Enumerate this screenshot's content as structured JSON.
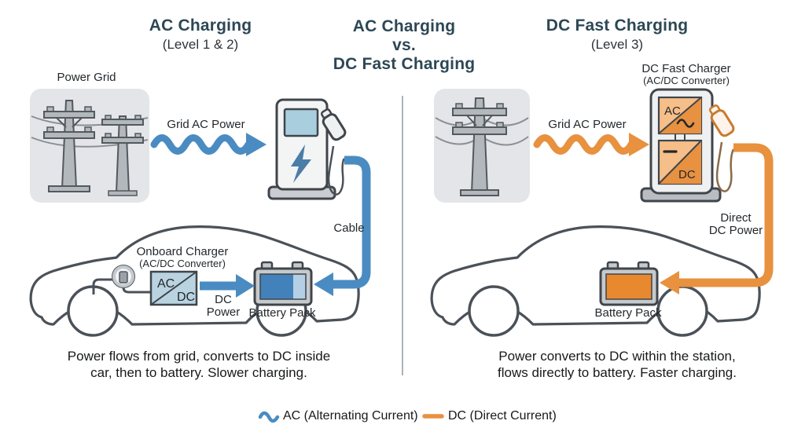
{
  "left_panel": {
    "title": "AC Charging",
    "subtitle": "(Level 1 & 2)",
    "power_grid_label": "Power Grid",
    "grid_power_label": "Grid AC Power",
    "cable_label": "Cable",
    "onboard_charger_line1": "Onboard Charger",
    "onboard_charger_line2": "(AC/DC Converter)",
    "converter_ac": "AC",
    "converter_dc": "DC",
    "dc_power_line1": "DC",
    "dc_power_line2": "Power",
    "battery_label": "Battery Pack",
    "caption_line1": "Power flows from grid, converts to DC inside",
    "caption_line2": "car, then to battery. Slower charging."
  },
  "center_title": {
    "line1": "AC Charging",
    "line2": "vs.",
    "line3": "DC Fast Charging"
  },
  "right_panel": {
    "title": "DC Fast Charging",
    "subtitle": "(Level 3)",
    "charger_line1": "DC Fast Charger",
    "charger_line2": "(AC/DC Converter)",
    "grid_power_label": "Grid AC Power",
    "station_ac": "AC",
    "station_dc": "DC",
    "direct_power_line1": "Direct",
    "direct_power_line2": "DC Power",
    "battery_label": "Battery Pack",
    "caption_line1": "Power converts to DC within the station,",
    "caption_line2": "flows directly to battery. Faster charging."
  },
  "legend": {
    "ac_label": "AC (Alternating Current)",
    "dc_label": "DC (Direct Current)"
  },
  "colors": {
    "ac_blue": "#4a8cc2",
    "dc_orange": "#e8913f",
    "title_slate": "#2d4754",
    "battery_blue": "#4381bb",
    "battery_orange": "#e8882f"
  }
}
